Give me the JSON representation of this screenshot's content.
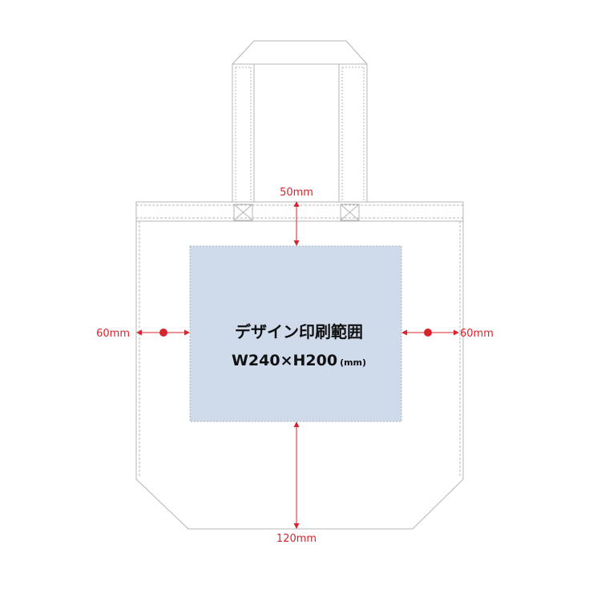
{
  "print_area": {
    "title": "デザイン印刷範囲",
    "size": "W240×H200",
    "unit": "(mm)"
  },
  "dimensions": {
    "top": "50mm",
    "left": "60mm",
    "right": "60mm",
    "bottom": "120mm"
  },
  "colors": {
    "dimension": "#d9232d",
    "print_area_fill": "#cfdaeb",
    "outline": "#b4b4b4",
    "text": "#111111"
  }
}
